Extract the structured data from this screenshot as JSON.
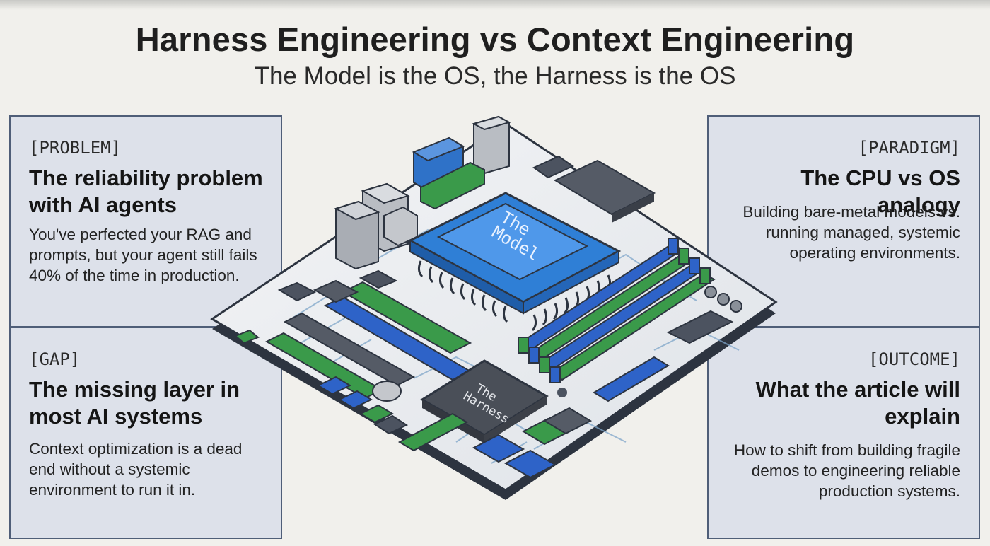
{
  "header": {
    "title": "Harness Engineering vs Context Engineering",
    "subtitle": "The Model is the OS, the Harness is the OS"
  },
  "panels": {
    "problem": {
      "tag": "[PROBLEM]",
      "heading": "The reliability problem with AI agents",
      "body": "You've perfected your RAG and prompts, but your agent still fails 40% of the time in production."
    },
    "gap": {
      "tag": "[GAP]",
      "heading": "The missing layer in most AI systems",
      "body": "Context optimization is a dead end without a systemic environment to run it in."
    },
    "paradigm": {
      "tag": "[PARADIGM]",
      "heading": "The CPU vs OS analogy",
      "body": "Building bare-metal models vs. running managed, systemic operating environments."
    },
    "outcome": {
      "tag": "[OUTCOME]",
      "heading": "What the article will explain",
      "body": "How to shift from building fragile demos to engineering reliable production systems."
    }
  },
  "board": {
    "cpu_label_line1": "The",
    "cpu_label_line2": "Model",
    "harness_label_line1": "The",
    "harness_label_line2": "Harness"
  },
  "colors": {
    "background": "#f1f0ec",
    "panel_fill": "#dde1ea",
    "panel_border": "#4f5e78",
    "cpu_blue": "#2f7fd6",
    "ram_green": "#3a9a4a",
    "ram_blue": "#2e63c8",
    "board_fill": "#e9ebee",
    "board_edge": "#2d3440"
  }
}
